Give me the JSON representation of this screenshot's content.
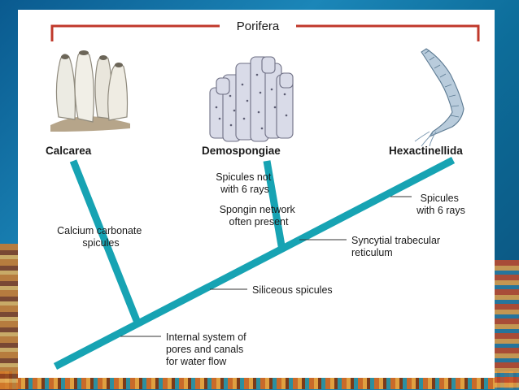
{
  "clade": "Porifera",
  "groups": {
    "calcarea": "Calcarea",
    "demospongiae": "Demospongiae",
    "hexactinellida": "Hexactinellida"
  },
  "traits": {
    "calcium_line1": "Calcium carbonate",
    "calcium_line2": "spicules",
    "not6_line1": "Spicules not",
    "not6_line2": "with 6 rays",
    "spongin_line1": "Spongin network",
    "spongin_line2": "often present",
    "six_line1": "Spicules",
    "six_line2": "with 6 rays",
    "syncytial_line1": "Syncytial trabecular",
    "syncytial_line2": "reticulum",
    "siliceous": "Siliceous spicules",
    "internal_line1": "Internal system of",
    "internal_line2": "pores and canals",
    "internal_line3": "for water flow"
  },
  "colors": {
    "bracket": "#c0392b",
    "branch": "#17a3b3",
    "sponge_calcarea": "#e9e6dc",
    "sponge_demo": "#d9dbe8",
    "sponge_hexa": "#b9ccdc"
  }
}
